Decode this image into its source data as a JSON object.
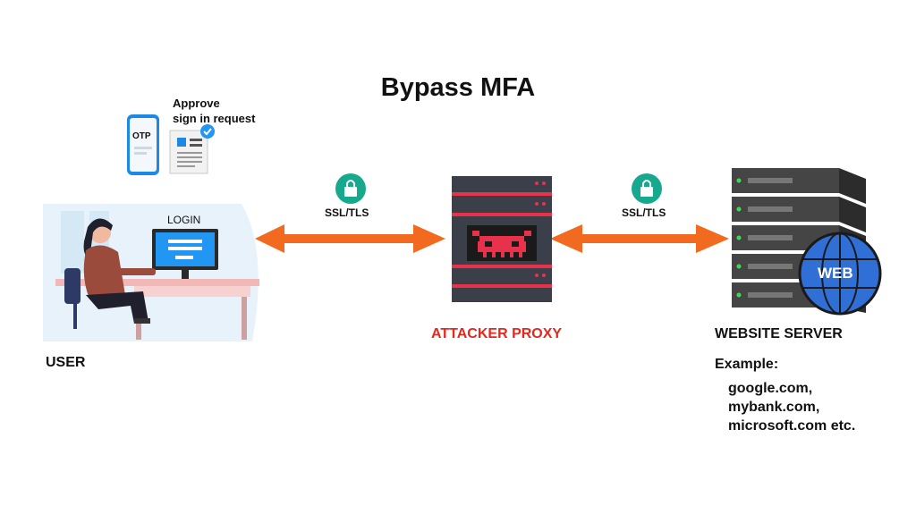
{
  "title": "Bypass MFA",
  "user": {
    "label": "USER",
    "screen_text": "LOGIN",
    "phone_text": "OTP",
    "approve_text_line1": "Approve",
    "approve_text_line2": "sign in request"
  },
  "links": {
    "left_label": "SSL/TLS",
    "right_label": "SSL/TLS"
  },
  "attacker": {
    "label": "ATTACKER PROXY"
  },
  "server": {
    "label": "WEBSITE SERVER",
    "globe_text": "WEB",
    "example_heading": "Example:",
    "examples": [
      "google.com,",
      "mybank.com,",
      "microsoft.com etc."
    ]
  },
  "colors": {
    "arrow": "#f26a1f",
    "lock": "#17a98e",
    "attacker_label": "#e8261c",
    "server_dark": "#444444",
    "globe": "#2f6fd6"
  }
}
